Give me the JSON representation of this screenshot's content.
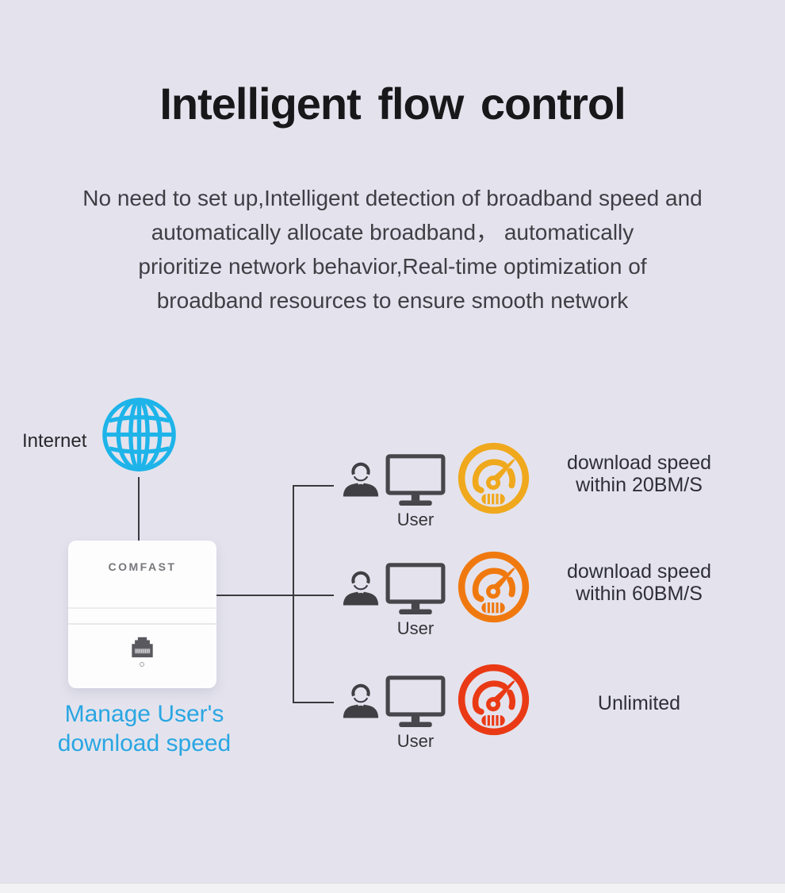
{
  "page": {
    "title": "Intelligent flow control",
    "description_lines": [
      "No need to set up,Intelligent detection of broadband speed and",
      "automatically allocate broadband， automatically",
      "prioritize network behavior,Real-time optimization of",
      "broadband resources to ensure smooth network"
    ],
    "colors": {
      "background": "#E4E3ED",
      "accent_cyan": "#29A6E2",
      "globe_cyan": "#1EB4E9",
      "connector_line": "#3A3A3E"
    }
  },
  "diagram": {
    "internet_label": "Internet",
    "device": {
      "brand": "COMFAST",
      "caption_lines": [
        "Manage User's",
        "download speed"
      ]
    },
    "rows": [
      {
        "user_label": "User",
        "gauge_icon": "speedometer",
        "gauge_color": "#F0A81C",
        "speed_lines": [
          "download speed",
          "within 20BM/S"
        ]
      },
      {
        "user_label": "User",
        "gauge_icon": "speedometer",
        "gauge_color": "#F0790F",
        "speed_lines": [
          "download speed",
          "within 60BM/S"
        ]
      },
      {
        "user_label": "User",
        "gauge_icon": "speedometer",
        "gauge_color": "#EA3A15",
        "speed_lines": [
          "Unlimited"
        ]
      }
    ]
  }
}
